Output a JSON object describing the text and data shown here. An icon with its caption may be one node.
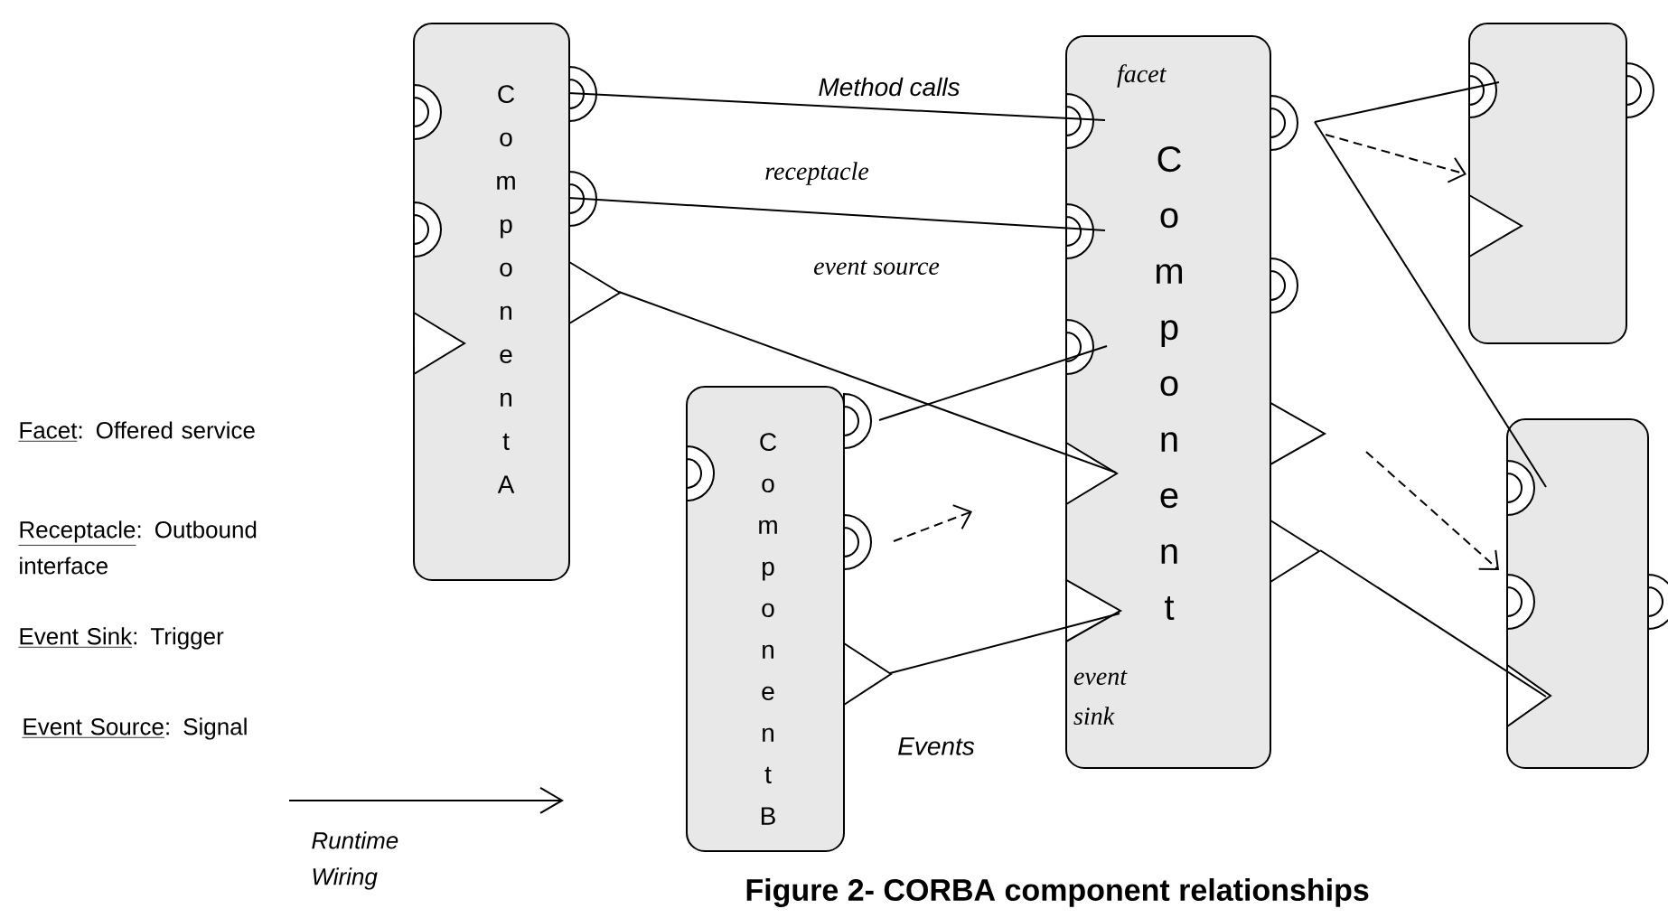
{
  "diagram": {
    "caption": "Figure 2- CORBA component relationships",
    "nodes": [
      {
        "text": [
          "C o m p o n e n t A"
        ]
      },
      {
        "text": [
          "C o m p o n e n t B"
        ]
      },
      {
        "text": [
          "facet",
          "C o m p o n e n t",
          "event sink"
        ]
      },
      {
        "text": [],
        "shape": "box"
      },
      {
        "text": [],
        "shape": "box"
      }
    ],
    "edges": [
      {
        "from": 0,
        "to": 2,
        "arrow": "none",
        "label": "Method calls"
      },
      {
        "from": 0,
        "to": 2,
        "arrow": "none",
        "label": "receptacle"
      },
      {
        "from": 0,
        "to": 2,
        "arrow": "none"
      },
      {
        "from": 1,
        "to": 2,
        "arrow": "none"
      },
      {
        "from": 1,
        "to": 2,
        "arrow": "none",
        "label": "Events"
      },
      {
        "from": 2,
        "to": 3,
        "arrow": "none"
      },
      {
        "from": 2,
        "to": 4,
        "arrow": "none"
      },
      {
        "from": 2,
        "to": 4,
        "arrow": "none"
      },
      {
        "from": 1,
        "to": null,
        "arrow": "to",
        "style": "dashed"
      },
      {
        "from": 2,
        "to": 3,
        "arrow": "to",
        "style": "dashed"
      },
      {
        "from": null,
        "to": 4,
        "arrow": "to",
        "style": "dashed"
      }
    ],
    "labels": [
      "event source",
      "Facet",
      ": Offered service",
      "Receptacle",
      ": Outbound interface",
      "Event Sink",
      ": Trigger",
      "Event Source",
      ": Signal"
    ],
    "legend": [
      {
        "text": "Runtime Wiring"
      }
    ]
  }
}
